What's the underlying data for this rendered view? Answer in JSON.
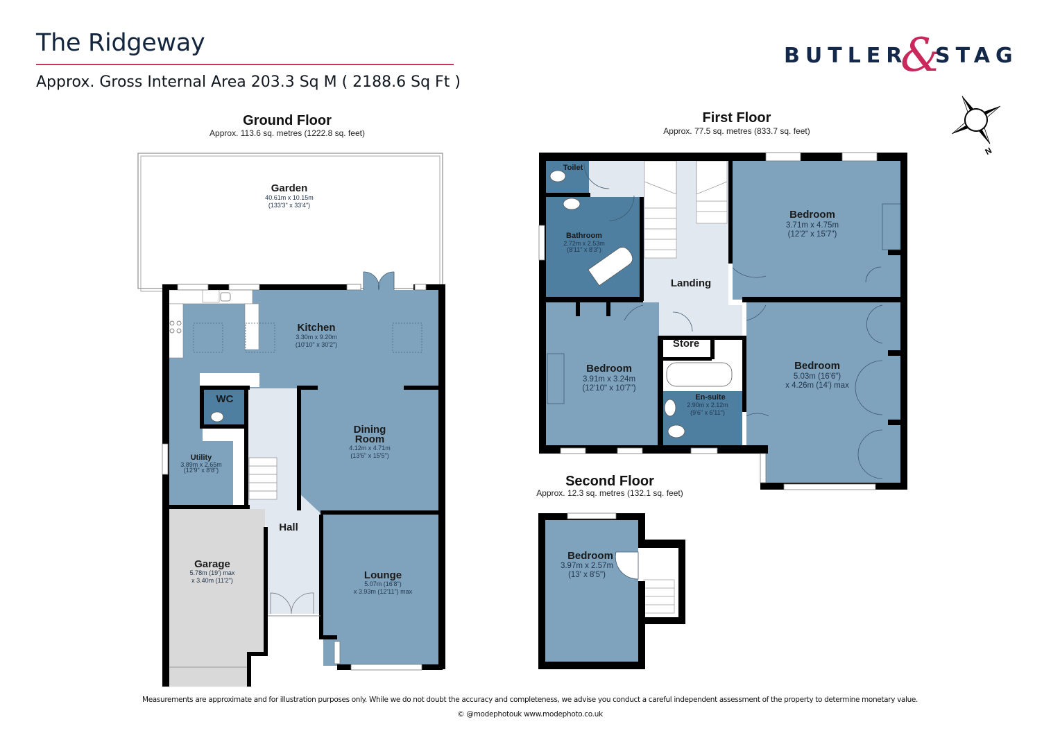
{
  "header": {
    "title": "The Ridgeway",
    "gross_area": "Approx. Gross Internal Area 203.3 Sq M ( 2188.6 Sq Ft )",
    "accent_color": "#c9345d"
  },
  "brand": {
    "word_left": "BUTLER",
    "ampersand": "&",
    "word_right": "STAG",
    "primary_color": "#14294a",
    "accent_color": "#c9285a"
  },
  "compass": {
    "label": "N"
  },
  "colors": {
    "room": "#7fa3bc",
    "wet_room": "#4e7fa0",
    "circulation": "#e1e8f0",
    "garage": "#d9d9d9",
    "wall": "#000000"
  },
  "floors": {
    "ground": {
      "title": "Ground Floor",
      "area": "Approx. 113.6 sq. metres (1222.8 sq. feet)",
      "rooms": {
        "garden": {
          "name": "Garden",
          "dim_m": "40.61m x 10.15m",
          "dim_ft": "(133'3\" x 33'4\")"
        },
        "kitchen": {
          "name": "Kitchen",
          "dim_m": "3.30m x 9.20m",
          "dim_ft": "(10'10\" x 30'2\")"
        },
        "wc": {
          "name": "WC"
        },
        "utility": {
          "name": "Utility",
          "dim_m": "3.89m x 2.65m",
          "dim_ft": "(12'9\" x 8'8\")"
        },
        "dining": {
          "name_1": "Dining",
          "name_2": "Room",
          "dim_m": "4.12m x 4.71m",
          "dim_ft": "(13'6\" x 15'5\")"
        },
        "hall": {
          "name": "Hall"
        },
        "garage": {
          "name": "Garage",
          "dim_m": "5.78m (19') max",
          "dim_ft": "x 3.40m (11'2\")"
        },
        "lounge": {
          "name": "Lounge",
          "dim_m": "5.07m (16'8\")",
          "dim_ft": "x 3.93m (12'11\") max"
        }
      }
    },
    "first": {
      "title": "First Floor",
      "area": "Approx. 77.5 sq. metres (833.7 sq. feet)",
      "rooms": {
        "toilet": {
          "name": "Toilet"
        },
        "bathroom": {
          "name": "Bathroom",
          "dim_m": "2.72m x 2.53m",
          "dim_ft": "(8'11\" x 8'3\")"
        },
        "landing": {
          "name": "Landing"
        },
        "bedroom_1": {
          "name": "Bedroom",
          "dim_m": "3.71m x 4.75m",
          "dim_ft": "(12'2\" x 15'7\")"
        },
        "bedroom_2": {
          "name": "Bedroom",
          "dim_m": "3.91m x 3.24m",
          "dim_ft": "(12'10\" x 10'7\")"
        },
        "store": {
          "name": "Store"
        },
        "ensuite": {
          "name": "En-suite",
          "dim_m": "2.90m x 2.12m",
          "dim_ft": "(9'6\" x 6'11\")"
        },
        "bedroom_3": {
          "name": "Bedroom",
          "dim_m": "5.03m (16'6\")",
          "dim_ft": "x 4.26m (14') max"
        }
      }
    },
    "second": {
      "title": "Second Floor",
      "area": "Approx. 12.3 sq. metres (132.1 sq. feet)",
      "rooms": {
        "bedroom": {
          "name": "Bedroom",
          "dim_m": "3.97m x 2.57m",
          "dim_ft": "(13' x 8'5\")"
        }
      }
    }
  },
  "footer": {
    "disclaimer": "Measurements are approximate and for illustration purposes only.  While we do not doubt the accuracy and completeness, we advise you conduct a careful independent assessment of the property to determine monetary value.",
    "credit": "© @modephotouk www.modephoto.co.uk"
  }
}
